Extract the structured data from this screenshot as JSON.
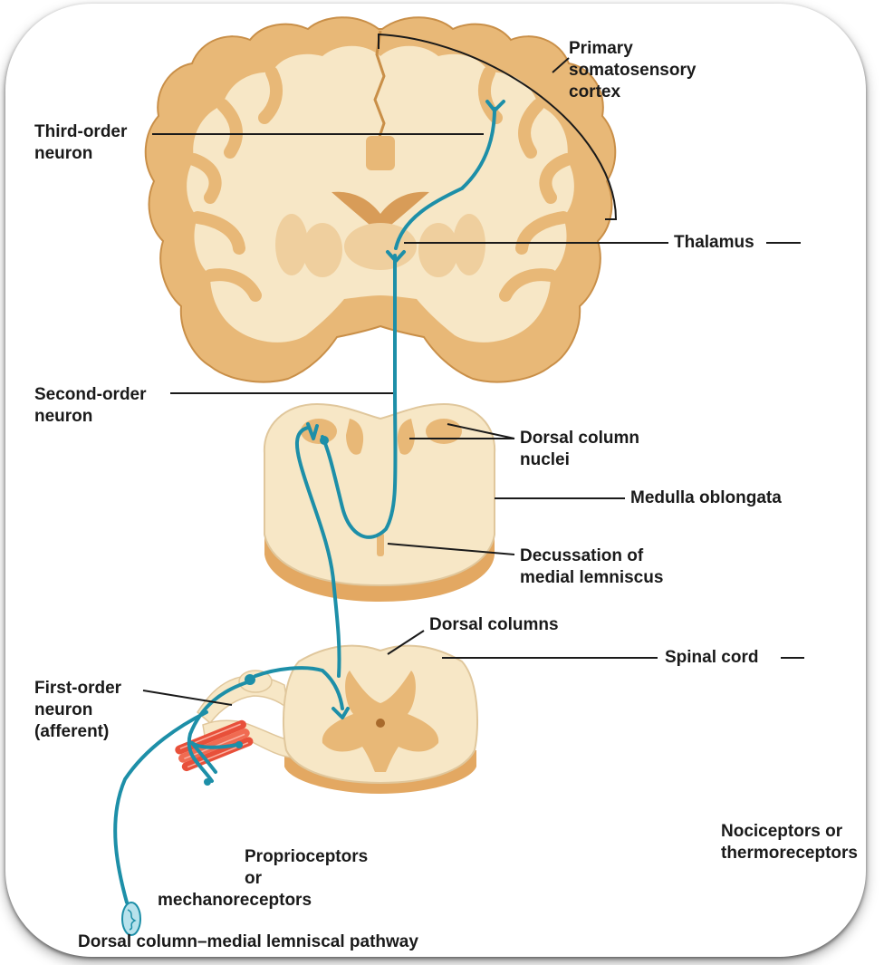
{
  "labels": {
    "primary_cortex": [
      "Primary",
      "somatosensory",
      "cortex"
    ],
    "third_order": [
      "Third-order",
      "neuron"
    ],
    "thalamus": "Thalamus",
    "second_order": [
      "Second-order",
      "neuron"
    ],
    "dorsal_column_nuclei": [
      "Dorsal column",
      "nuclei"
    ],
    "medulla": "Medulla oblongata",
    "decussation": [
      "Decussation of",
      "medial lemniscus"
    ],
    "dorsal_columns": "Dorsal columns",
    "spinal_cord": "Spinal cord",
    "first_order": [
      "First-order",
      "neuron",
      "(afferent)"
    ],
    "proprioceptors": [
      "Proprioceptors",
      "or",
      "mechanoreceptors"
    ],
    "nociceptors": [
      "Nociceptors or",
      "thermoreceptors"
    ]
  },
  "caption": "Dorsal column–medial lemniscal pathway",
  "colors": {
    "neuron": "#1d8fa8",
    "white_matter": "#f7e7c6",
    "gray_matter": "#e8b877",
    "section_edge": "#d7a45f",
    "muscle": "#e8503a"
  }
}
